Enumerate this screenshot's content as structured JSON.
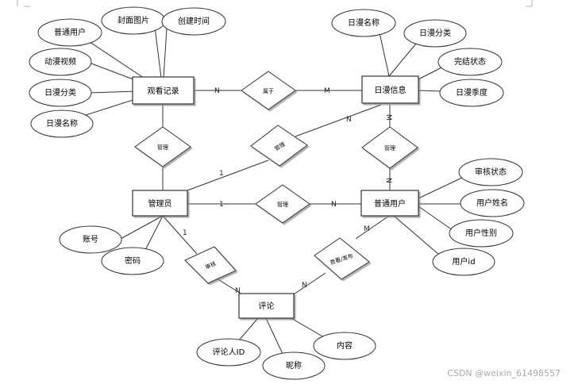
{
  "entities": {
    "watch_record": "观看记录",
    "anime_info": "日漫信息",
    "admin": "管理员",
    "user": "普通用户",
    "comment": "评论"
  },
  "attributes": {
    "watch_record": {
      "user": "普通用户",
      "cover": "封面图片",
      "created": "创建时间",
      "video": "动漫视频",
      "category": "日漫分类",
      "name": "日漫名称"
    },
    "anime_info": {
      "name": "日漫名称",
      "category": "日漫分类",
      "finished": "完结状态",
      "season": "日漫季度"
    },
    "user": {
      "review_status": "审核状态",
      "user_name": "用户姓名",
      "gender": "用户性别",
      "user_id": "用户id"
    },
    "admin": {
      "account": "账号",
      "password": "密码"
    },
    "comment": {
      "commenter_id": "评论人ID",
      "nickname": "昵称",
      "content": "内容"
    }
  },
  "relationships": {
    "belongs": "属于",
    "manage_records": "管理",
    "manage_anime_admin": "管理",
    "manage_anime_user": "管理",
    "manage_users": "管理",
    "review": "审核",
    "view_publish": "查看/发布"
  },
  "cardinalities": {
    "belongs_record": "N",
    "belongs_anime": "M",
    "admin_anime_admin": "1",
    "admin_anime_anime": "N",
    "anime_user_anime": "M",
    "anime_user_user": "N",
    "admin_user_admin": "1",
    "admin_user_user": "N",
    "review_admin": "1",
    "review_comment": "N",
    "publish_user": "M",
    "publish_comment": "N"
  },
  "watermark": "CSDN @weixin_61498557"
}
